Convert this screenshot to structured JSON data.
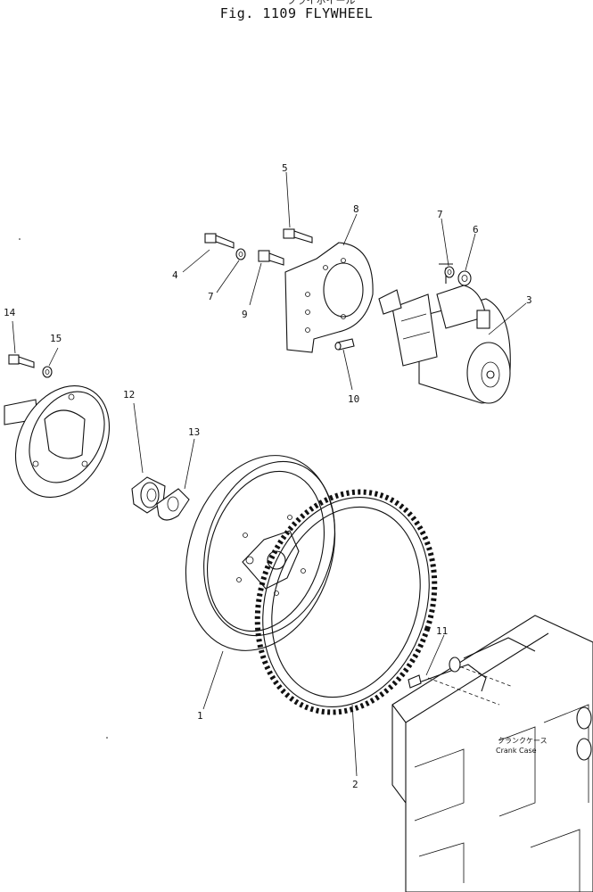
{
  "figure": {
    "jp_title": "フライホイール",
    "title": "Fig. 1109    FLYWHEEL"
  },
  "callouts": [
    "1",
    "2",
    "3",
    "4",
    "5",
    "6",
    "7",
    "7",
    "8",
    "9",
    "10",
    "11",
    "12",
    "13",
    "14",
    "15"
  ],
  "crankcase": {
    "jp_label": "クランクケース",
    "en_label": "Crank Case"
  }
}
